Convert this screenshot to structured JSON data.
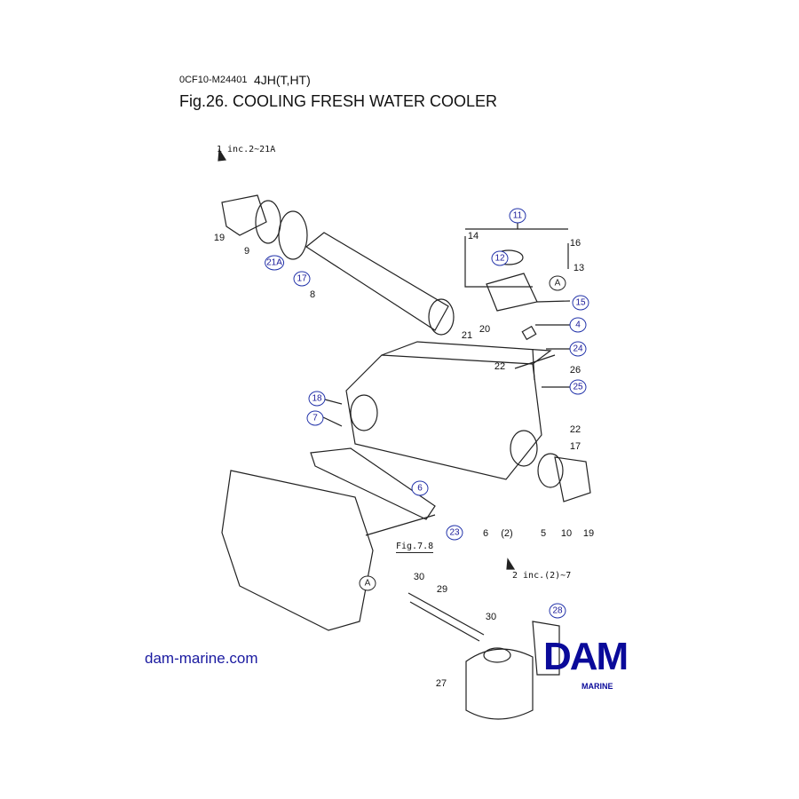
{
  "header": {
    "code": "0CF10-M24401",
    "model": "4JH(T,HT)",
    "title": "Fig.26.  COOLING FRESH WATER COOLER"
  },
  "notes": {
    "assy1": "1 inc.2~21A",
    "assy2": "2 inc.(2)~7",
    "figref": "Fig.7.8"
  },
  "circled_parts": [
    "11",
    "12",
    "15",
    "4",
    "24",
    "25",
    "18",
    "7",
    "6",
    "23",
    "21A",
    "17",
    "28",
    "A",
    "A"
  ],
  "parts": [
    "19",
    "9",
    "8",
    "14",
    "16",
    "13",
    "21",
    "20",
    "22",
    "26",
    "22",
    "17",
    "5",
    "10",
    "19",
    "6",
    "(2)",
    "30",
    "29",
    "30",
    "27"
  ],
  "watermark": {
    "url": "dam-marine.com",
    "logo": "DAM",
    "sub": "MARINE",
    "color": "#0a0a9a"
  }
}
